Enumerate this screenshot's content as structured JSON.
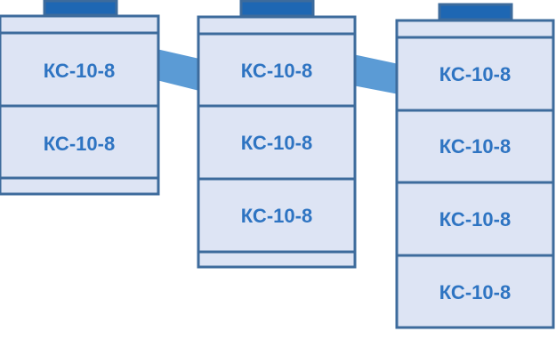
{
  "colors": {
    "ring_fill": "#dde4f4",
    "outline": "#3d6b9c",
    "label": "#2e74c2",
    "lid": "#1e67b3",
    "pipe": "#5b9bd5"
  },
  "wells": [
    {
      "rings": [
        {
          "label": "КС-10-8"
        },
        {
          "label": "КС-10-8"
        }
      ]
    },
    {
      "rings": [
        {
          "label": "КС-10-8"
        },
        {
          "label": "КС-10-8"
        },
        {
          "label": "КС-10-8"
        }
      ]
    },
    {
      "rings": [
        {
          "label": "КС-10-8"
        },
        {
          "label": "КС-10-8"
        },
        {
          "label": "КС-10-8"
        },
        {
          "label": "КС-10-8"
        }
      ]
    }
  ]
}
